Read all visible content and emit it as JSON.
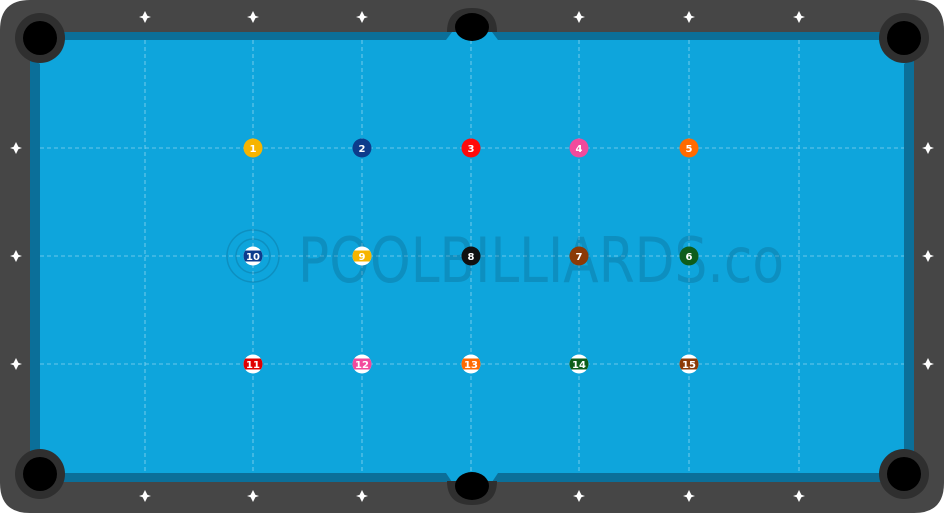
{
  "table": {
    "felt_color": "#0ea5dc",
    "rail_color": "#454545",
    "cushion_color": "#0b6f99",
    "pocket_color": "#000000",
    "diamond_color": "#ffffff"
  },
  "watermark": {
    "text": "POOLBILLIARDS.co",
    "icon": "target-circle-icon"
  },
  "balls": [
    {
      "number": "1",
      "type": "solid",
      "color": "#f6b400"
    },
    {
      "number": "2",
      "type": "solid",
      "color": "#0d3c8c"
    },
    {
      "number": "3",
      "type": "solid",
      "color": "#ff0a0a"
    },
    {
      "number": "4",
      "type": "solid",
      "color": "#f24a9c"
    },
    {
      "number": "5",
      "type": "solid",
      "color": "#ff6a00"
    },
    {
      "number": "6",
      "type": "solid",
      "color": "#0e5d1a"
    },
    {
      "number": "7",
      "type": "solid",
      "color": "#8c3a06"
    },
    {
      "number": "8",
      "type": "solid",
      "color": "#111111"
    },
    {
      "number": "9",
      "type": "stripe",
      "color": "#f6b400"
    },
    {
      "number": "10",
      "type": "stripe",
      "color": "#0d3c8c"
    },
    {
      "number": "11",
      "type": "stripe",
      "color": "#e00000"
    },
    {
      "number": "12",
      "type": "stripe",
      "color": "#f24a9c"
    },
    {
      "number": "13",
      "type": "stripe",
      "color": "#ff6a00"
    },
    {
      "number": "14",
      "type": "stripe",
      "color": "#0e5d1a"
    },
    {
      "number": "15",
      "type": "stripe",
      "color": "#8c3a06"
    }
  ]
}
